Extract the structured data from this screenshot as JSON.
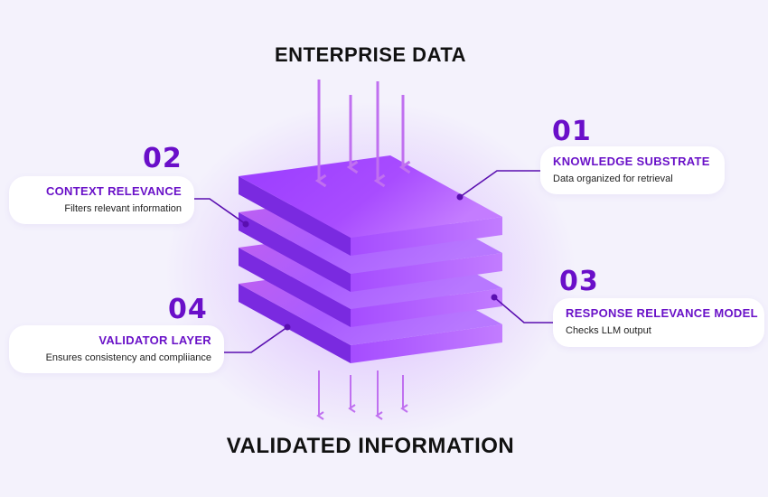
{
  "header": {
    "title": "ENTERPRISE DATA"
  },
  "footer": {
    "title": "VALIDATED INFORMATION"
  },
  "steps": [
    {
      "number": "01",
      "title": "KNOWLEDGE SUBSTRATE",
      "description": "Data organized for retrieval"
    },
    {
      "number": "02",
      "title": "CONTEXT RELEVANCE",
      "description": "Filters relevant information"
    },
    {
      "number": "03",
      "title": "RESPONSE RELEVANCE MODEL",
      "description": "Checks LLM output"
    },
    {
      "number": "04",
      "title": "VALIDATOR LAYER",
      "description": "Ensures consistency and compliiance"
    }
  ],
  "colors": {
    "accent": "#6a12c8",
    "layer": "#a045ff",
    "arrow": "#c070f0"
  }
}
